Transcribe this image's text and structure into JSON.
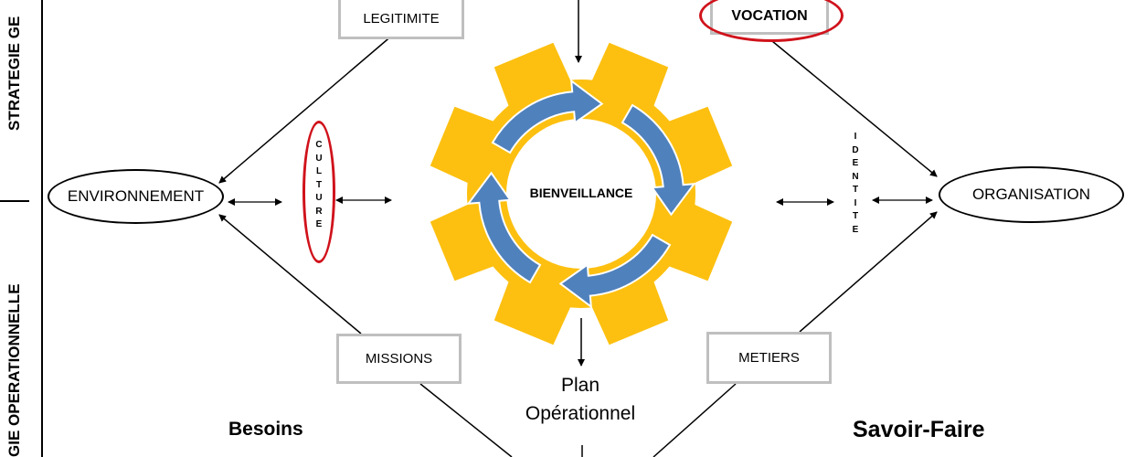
{
  "side_labels": {
    "top": "STRATEGIE GE",
    "bottom": "GIE OPERATIONNELLE"
  },
  "boxes": {
    "legitimite": "LEGITIMITE",
    "vocation": "VOCATION",
    "missions": "MISSIONS",
    "metiers": "METIERS"
  },
  "nodes": {
    "environnement": "ENVIRONNEMENT",
    "organisation": "ORGANISATION",
    "center": "BIENVEILLANCE"
  },
  "vertical_words": {
    "culture": [
      "C",
      "U",
      "L",
      "T",
      "U",
      "R",
      "E"
    ],
    "identite": [
      "I",
      "D",
      "E",
      "N",
      "T",
      "I",
      "T",
      "E"
    ]
  },
  "bottom": {
    "plan_line1": "Plan",
    "plan_line2": "Opérationnel",
    "besoins": "Besoins",
    "savoir_faire": "Savoir-Faire"
  },
  "colors": {
    "gear": "#fdc010",
    "arrows": "#4f81bd",
    "highlight": "#d0121b",
    "box_border": "#bfbfbf"
  }
}
